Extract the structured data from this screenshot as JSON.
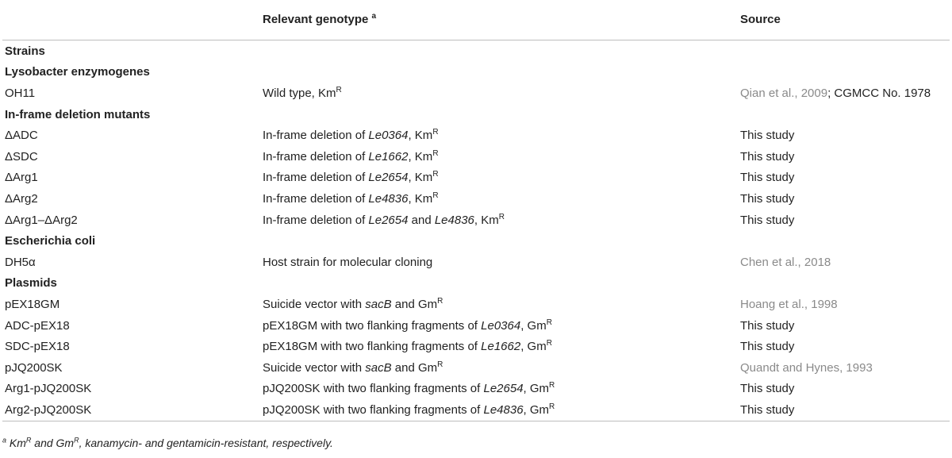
{
  "header": {
    "col1": "",
    "col2": "Relevant genotype",
    "col2_sup": "a",
    "col3": "Source"
  },
  "rows": [
    {
      "type": "group",
      "label": "Strains"
    },
    {
      "type": "group",
      "label": "Lysobacter enzymogenes"
    },
    {
      "type": "data",
      "name": "OH11",
      "genotype": [
        {
          "t": "Wild type, Km"
        },
        {
          "t": "R",
          "sup": true
        }
      ],
      "source": [
        {
          "t": "Qian et al., 2009",
          "ref": true
        },
        {
          "t": "; CGMCC No. 1978"
        }
      ]
    },
    {
      "type": "group",
      "label": "In-frame deletion mutants"
    },
    {
      "type": "data",
      "name": "ΔADC",
      "genotype": [
        {
          "t": "In-frame deletion of "
        },
        {
          "t": "Le0364",
          "i": true
        },
        {
          "t": ", Km"
        },
        {
          "t": "R",
          "sup": true
        }
      ],
      "source": [
        {
          "t": "This study"
        }
      ]
    },
    {
      "type": "data",
      "name": "ΔSDC",
      "genotype": [
        {
          "t": "In-frame deletion of "
        },
        {
          "t": "Le1662",
          "i": true
        },
        {
          "t": ", Km"
        },
        {
          "t": "R",
          "sup": true
        }
      ],
      "source": [
        {
          "t": "This study"
        }
      ]
    },
    {
      "type": "data",
      "name": "ΔArg1",
      "genotype": [
        {
          "t": "In-frame deletion of "
        },
        {
          "t": "Le2654",
          "i": true
        },
        {
          "t": ", Km"
        },
        {
          "t": "R",
          "sup": true
        }
      ],
      "source": [
        {
          "t": "This study"
        }
      ]
    },
    {
      "type": "data",
      "name": "ΔArg2",
      "genotype": [
        {
          "t": "In-frame deletion of "
        },
        {
          "t": "Le4836",
          "i": true
        },
        {
          "t": ", Km"
        },
        {
          "t": "R",
          "sup": true
        }
      ],
      "source": [
        {
          "t": "This study"
        }
      ]
    },
    {
      "type": "data",
      "name": "ΔArg1–ΔArg2",
      "genotype": [
        {
          "t": "In-frame deletion of "
        },
        {
          "t": "Le2654",
          "i": true
        },
        {
          "t": " and "
        },
        {
          "t": "Le4836",
          "i": true
        },
        {
          "t": ", Km"
        },
        {
          "t": "R",
          "sup": true
        }
      ],
      "source": [
        {
          "t": "This study"
        }
      ]
    },
    {
      "type": "group",
      "label": "Escherichia coli"
    },
    {
      "type": "data",
      "name": "DH5α",
      "genotype": [
        {
          "t": "Host strain for molecular cloning"
        }
      ],
      "source": [
        {
          "t": "Chen et al., 2018",
          "ref": true
        }
      ]
    },
    {
      "type": "group",
      "label": "Plasmids"
    },
    {
      "type": "data",
      "name": "pEX18GM",
      "genotype": [
        {
          "t": "Suicide vector with "
        },
        {
          "t": "sacB",
          "i": true
        },
        {
          "t": " and Gm"
        },
        {
          "t": "R",
          "sup": true
        }
      ],
      "source": [
        {
          "t": "Hoang et al., 1998",
          "ref": true
        }
      ]
    },
    {
      "type": "data",
      "name": "ADC-pEX18",
      "genotype": [
        {
          "t": "pEX18GM with two flanking fragments of "
        },
        {
          "t": "Le0364",
          "i": true
        },
        {
          "t": ", Gm"
        },
        {
          "t": "R",
          "sup": true
        }
      ],
      "source": [
        {
          "t": "This study"
        }
      ]
    },
    {
      "type": "data",
      "name": "SDC-pEX18",
      "genotype": [
        {
          "t": "pEX18GM with two flanking fragments of "
        },
        {
          "t": "Le1662",
          "i": true
        },
        {
          "t": ", Gm"
        },
        {
          "t": "R",
          "sup": true
        }
      ],
      "source": [
        {
          "t": "This study"
        }
      ]
    },
    {
      "type": "data",
      "name": "pJQ200SK",
      "genotype": [
        {
          "t": "Suicide vector with "
        },
        {
          "t": "sacB",
          "i": true
        },
        {
          "t": " and Gm"
        },
        {
          "t": "R",
          "sup": true
        }
      ],
      "source": [
        {
          "t": "Quandt and Hynes, 1993",
          "ref": true
        }
      ]
    },
    {
      "type": "data",
      "name": "Arg1-pJQ200SK",
      "genotype": [
        {
          "t": "pJQ200SK with two flanking fragments of "
        },
        {
          "t": "Le2654",
          "i": true
        },
        {
          "t": ", Gm"
        },
        {
          "t": "R",
          "sup": true
        }
      ],
      "source": [
        {
          "t": "This study"
        }
      ]
    },
    {
      "type": "data",
      "name": "Arg2-pJQ200SK",
      "genotype": [
        {
          "t": "pJQ200SK with two flanking fragments of "
        },
        {
          "t": "Le4836",
          "i": true
        },
        {
          "t": ", Gm"
        },
        {
          "t": "R",
          "sup": true
        }
      ],
      "source": [
        {
          "t": "This study"
        }
      ]
    }
  ],
  "footnote": [
    {
      "t": "a",
      "sup": true
    },
    {
      "t": " Km"
    },
    {
      "t": "R",
      "sup": true
    },
    {
      "t": " and Gm"
    },
    {
      "t": "R",
      "sup": true
    },
    {
      "t": ", kanamycin- and gentamicin-resistant, respectively."
    }
  ],
  "colors": {
    "text": "#222222",
    "ref": "#8a8a8a",
    "rule": "#bdbdbd"
  }
}
